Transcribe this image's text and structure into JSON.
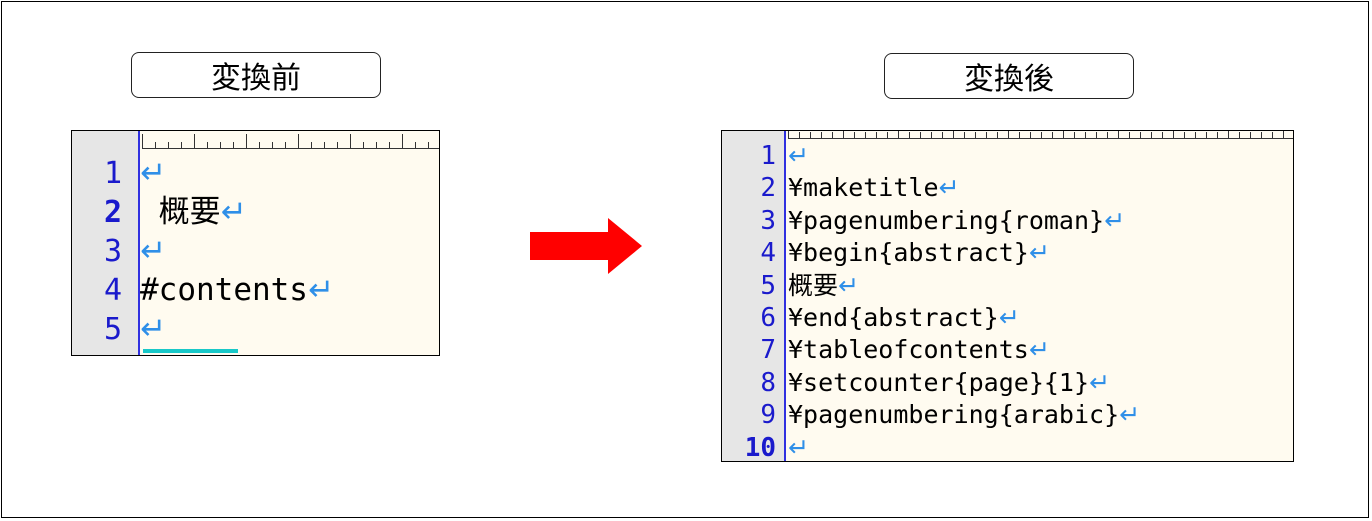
{
  "labels": {
    "before": "変換前",
    "after": "変換後"
  },
  "return_glyph": "↵",
  "before_editor": {
    "lines": [
      {
        "num": "1",
        "text": "",
        "bold": false
      },
      {
        "num": "2",
        "text": " 概要",
        "bold": true
      },
      {
        "num": "3",
        "text": "",
        "bold": false
      },
      {
        "num": "4",
        "text": "#contents",
        "bold": false
      },
      {
        "num": "5",
        "text": "",
        "bold": false
      }
    ]
  },
  "after_editor": {
    "lines": [
      {
        "num": "1",
        "text": "",
        "bold": false
      },
      {
        "num": "2",
        "text": "¥maketitle",
        "bold": false
      },
      {
        "num": "3",
        "text": "¥pagenumbering{roman}",
        "bold": false
      },
      {
        "num": "4",
        "text": "¥begin{abstract}",
        "bold": false
      },
      {
        "num": "5",
        "text": "概要",
        "bold": false
      },
      {
        "num": "6",
        "text": "¥end{abstract}",
        "bold": false
      },
      {
        "num": "7",
        "text": "¥tableofcontents",
        "bold": false
      },
      {
        "num": "8",
        "text": "¥setcounter{page}{1}",
        "bold": false
      },
      {
        "num": "9",
        "text": "¥pagenumbering{arabic}",
        "bold": false
      },
      {
        "num": "10",
        "text": "",
        "bold": true
      }
    ]
  },
  "colors": {
    "arrow": "#ff0000",
    "line_number": "#1a1acc",
    "return_mark": "#2f8fe8",
    "editor_bg": "#fffbf0"
  }
}
